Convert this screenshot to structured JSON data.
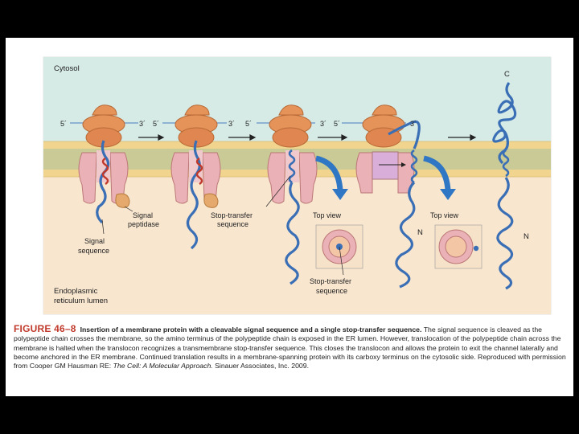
{
  "colors": {
    "cytosol": "#d6ebe6",
    "lumen": "#f8e6cf",
    "membrane_head": "#f1d58f",
    "membrane_core": "#c9ca95",
    "translocon": "#eab2b6",
    "ribosome": "#e6935a",
    "chain": "#3a6fb6",
    "signal": "#c0392b",
    "arrow": "#2f76c4",
    "figure_label": "#c0392b"
  },
  "labels": {
    "cytosol": "Cytosol",
    "lumen_line1": "Endoplasmic",
    "lumen_line2": "reticulum lumen",
    "five_prime": "5´",
    "three_prime": "3´",
    "c_terminus": "C",
    "n_terminus": "N",
    "signal_peptidase_line1": "Signal",
    "signal_peptidase_line2": "peptidase",
    "signal_sequence_line1": "Signal",
    "signal_sequence_line2": "sequence",
    "stop_transfer_line1": "Stop-transfer",
    "stop_transfer_line2": "sequence",
    "top_view": "Top view",
    "stop_transfer2_line1": "Stop-transfer",
    "stop_transfer2_line2": "sequence"
  },
  "caption": {
    "figure": "FIGURE 46–8",
    "title": "Insertion of a membrane protein with a cleavable signal sequence and a single stop-transfer sequence.",
    "body": "The signal sequence is cleaved as the polypeptide chain crosses the membrane, so the amino terminus of the polypeptide chain is exposed in the ER lumen. However, translocation of the polypeptide chain across the membrane is halted when the translocon recognizes a transmembrane stop-transfer sequence. This closes the translocon and allows the protein to exit the channel laterally and become anchored in the ER membrane. Continued translation results in a membrane-spanning protein with its carboxy terminus on the cytosolic side. Reproduced with permission from Cooper GM Hausman RE:",
    "book": "The Cell: A Molecular Approach.",
    "publisher": "Sinauer Associates, Inc. 2009."
  }
}
